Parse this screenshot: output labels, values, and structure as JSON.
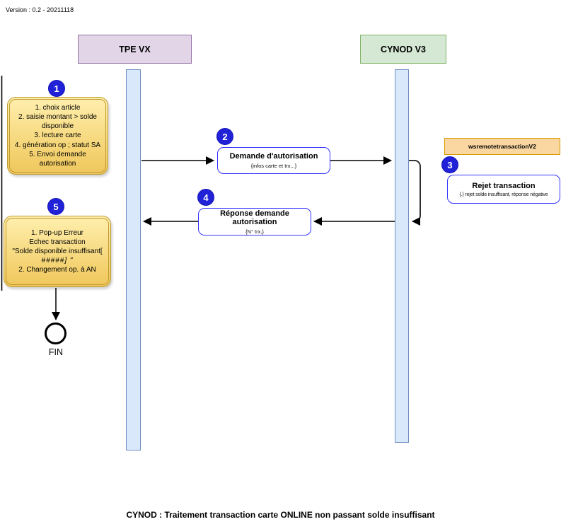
{
  "version_label": "Version : 0.2 - 20211118",
  "title": "CYNOD : Traitement transaction carte ONLINE non passant solde insuffisant",
  "lifelines": [
    {
      "label": "TPE VX"
    },
    {
      "label": "CYNOD V3"
    }
  ],
  "notes": [
    {
      "badge": "1",
      "lines": [
        "1. choix article",
        "2. saisie montant > solde disponible",
        "3. lecture carte",
        "4. génération op ; statut SA",
        "5. Envoi demande autorisation"
      ]
    },
    {
      "badge": "5",
      "lines": [
        "1. Pop-up Erreur",
        "Echec transaction",
        "\"Solde disponible insuffisant[",
        "#####] \"",
        "2. Changement op. à AN"
      ]
    }
  ],
  "messages": [
    {
      "badge": "2",
      "title": "Demande d'autorisation",
      "subtitle": "{infos carte et trx...}"
    },
    {
      "badge": "4",
      "title": "Réponse demande autorisation",
      "subtitle": "{N° trx,}"
    },
    {
      "badge": "3",
      "title": "Rejet transaction",
      "subtitle": "{.} rejet solde insuffisant, réponse négative"
    }
  ],
  "service_box": {
    "label": "wsremotetransactionV2"
  },
  "end_node": {
    "label": "FIN"
  },
  "colors": {
    "tpe_fill": "#E1D5E7",
    "tpe_border": "#9673A6",
    "cynod_fill": "#D5E8D4",
    "cynod_border": "#82B366",
    "activation_fill": "#DAE8FC",
    "activation_border": "#6C8EBF",
    "note_fill_top": "#FFEFAE",
    "note_fill_bottom": "#EFC65C",
    "note_border": "#BE9B30",
    "badge_fill": "#2121D8",
    "message_border": "#3333FF",
    "service_fill": "#FAD7A1",
    "service_border": "#D79B00",
    "arrow": "#000000"
  }
}
